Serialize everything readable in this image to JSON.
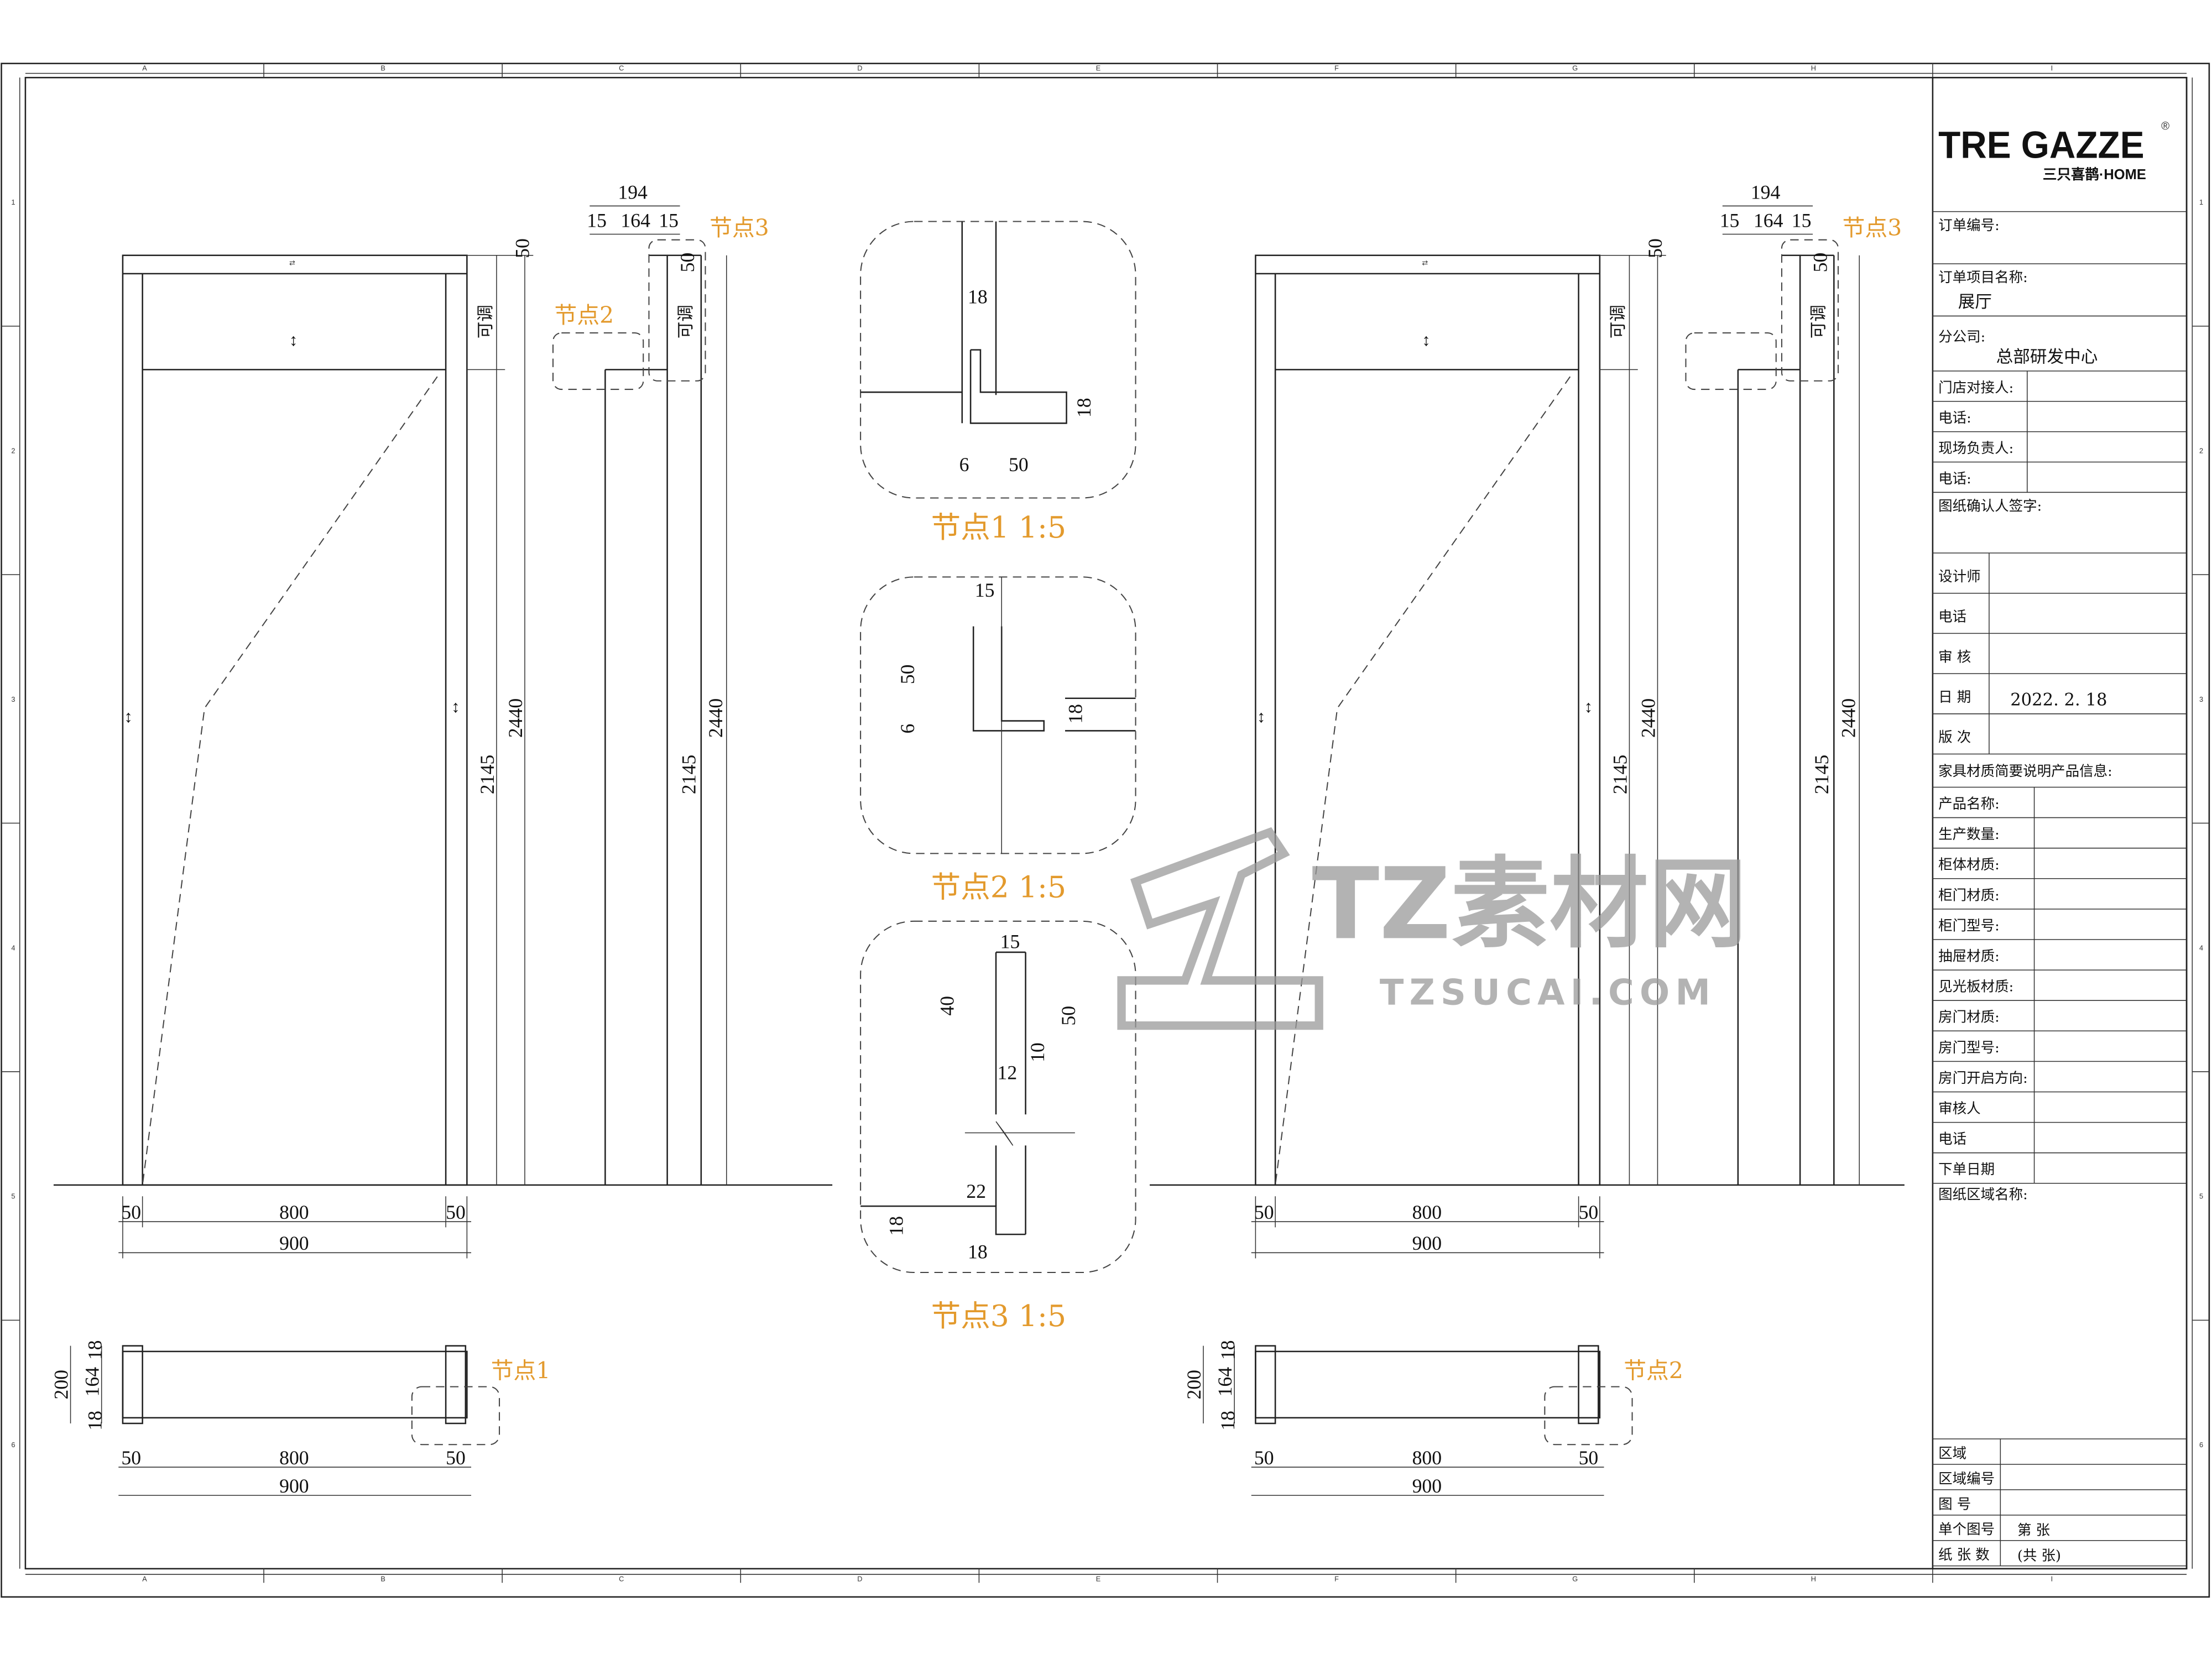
{
  "grid": {
    "columns": [
      "A",
      "B",
      "C",
      "D",
      "E",
      "F",
      "G",
      "H",
      "I"
    ],
    "rows": [
      "1",
      "2",
      "3",
      "4",
      "5",
      "6"
    ]
  },
  "left": {
    "adjustable": "可调",
    "height_total": "2440",
    "height_door": "2145",
    "top_gap": "50",
    "width_side_l": "50",
    "width_opening": "800",
    "width_side_r": "50",
    "width_total": "900",
    "section_total": "194",
    "section_a": "15",
    "section_b": "164",
    "section_c": "15",
    "node_label_a": "节点2",
    "node_label_b": "节点3",
    "plan_node": "节点1",
    "plan_200": "200",
    "plan_164": "164",
    "plan_18a": "18",
    "plan_18b": "18"
  },
  "right": {
    "adjustable": "可调",
    "height_total": "2440",
    "height_door": "2145",
    "top_gap": "50",
    "width_side_l": "50",
    "width_opening": "800",
    "width_side_r": "50",
    "width_total": "900",
    "section_total": "194",
    "section_a": "15",
    "section_b": "164",
    "section_c": "15",
    "node_label_a": "",
    "node_label_b": "节点3",
    "plan_node": "节点2",
    "plan_200": "200",
    "plan_164": "164",
    "plan_18a": "18",
    "plan_18b": "18"
  },
  "details": {
    "node1": {
      "title": "节点1  1:5",
      "d18a": "18",
      "d18b": "18",
      "d6": "6",
      "d50": "50"
    },
    "node2": {
      "title": "节点2  1:5",
      "d15": "15",
      "d50": "50",
      "d6": "6",
      "d18": "18"
    },
    "node3": {
      "title": "节点3  1:5",
      "d15": "15",
      "d40": "40",
      "d50": "50",
      "d10": "10",
      "d12": "12",
      "d22": "22",
      "d18a": "18",
      "d18b": "18"
    }
  },
  "watermark": {
    "main": "TZ素材网",
    "sub": "TZSUCAI.COM"
  },
  "title_block": {
    "logo": "TRE GAZZE",
    "logo_sub": "三只喜鹊·HOME",
    "order_no_label": "订单编号:",
    "project_label": "订单项目名称:",
    "project_value": "展厅",
    "branch_label": "分公司:",
    "branch_value": "总部研发中心",
    "rows_a": [
      "门店对接人:",
      "电话:",
      "现场负责人:",
      "电话:"
    ],
    "confirm_label": "图纸确认人签字:",
    "rows_b": [
      "设计师",
      "电话",
      "审    核",
      "日    期",
      "版    次"
    ],
    "date_value": "2022. 2. 18",
    "material_heading": "家具材质简要说明产品信息:",
    "rows_c": [
      "产品名称:",
      "生产数量:",
      "柜体材质:",
      "柜门材质:",
      "柜门型号:",
      "抽屉材质:",
      "见光板材质:",
      "房门材质:",
      "房门型号:",
      "房门开启方向:",
      "审核人",
      "电话",
      "下单日期"
    ],
    "area_name_label": "图纸区域名称:",
    "rows_d": [
      "区域",
      "区域编号",
      "图        号",
      "单个图号",
      "纸 张 数"
    ],
    "sheet_no": "第      张",
    "sheet_total": "(共      张)"
  }
}
